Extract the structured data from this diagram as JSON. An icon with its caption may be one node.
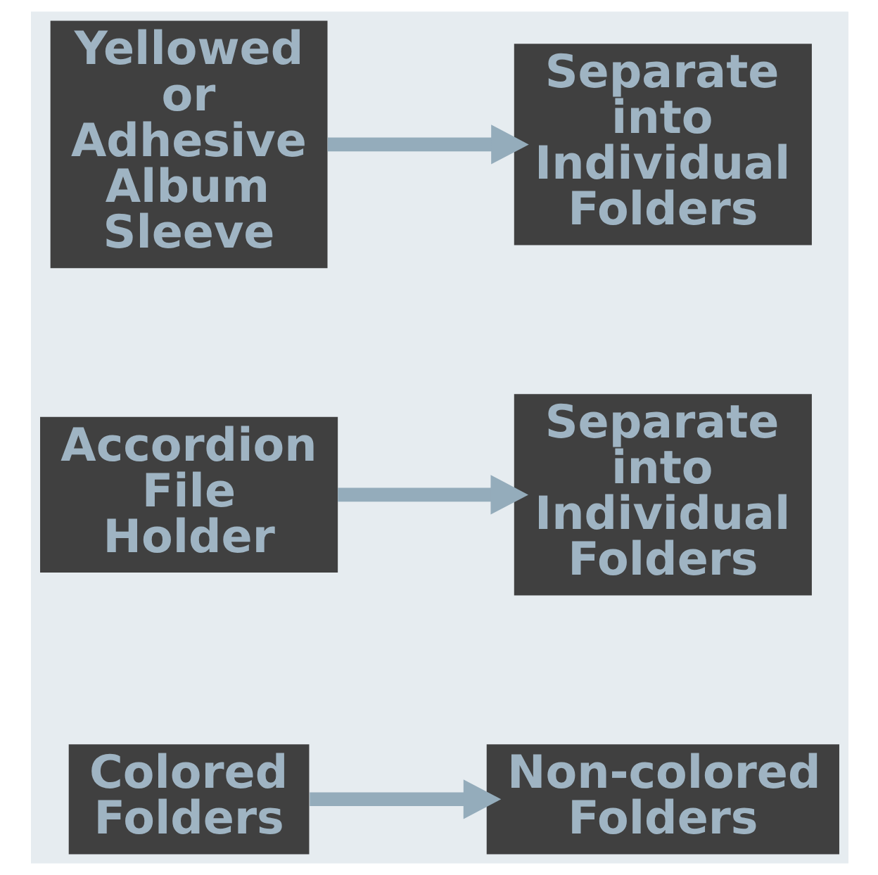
{
  "diagram": {
    "nodes": [
      {
        "text": [
          "Colored Folders"
        ]
      },
      {
        "text": [
          "Non-colored Folders"
        ]
      },
      {
        "text": [
          "Accordion File Holder"
        ]
      },
      {
        "text": [
          "Separate into Individual Folders"
        ]
      },
      {
        "text": [
          "Yellowed or Adhesive Album Sleeve"
        ]
      },
      {
        "text": [
          "Separate into Individual Folders"
        ]
      }
    ],
    "edges": [
      {
        "from": 0,
        "to": 1,
        "arrow": "to"
      },
      {
        "from": 2,
        "to": 3,
        "arrow": "to"
      },
      {
        "from": 4,
        "to": 5,
        "arrow": "to"
      }
    ]
  }
}
